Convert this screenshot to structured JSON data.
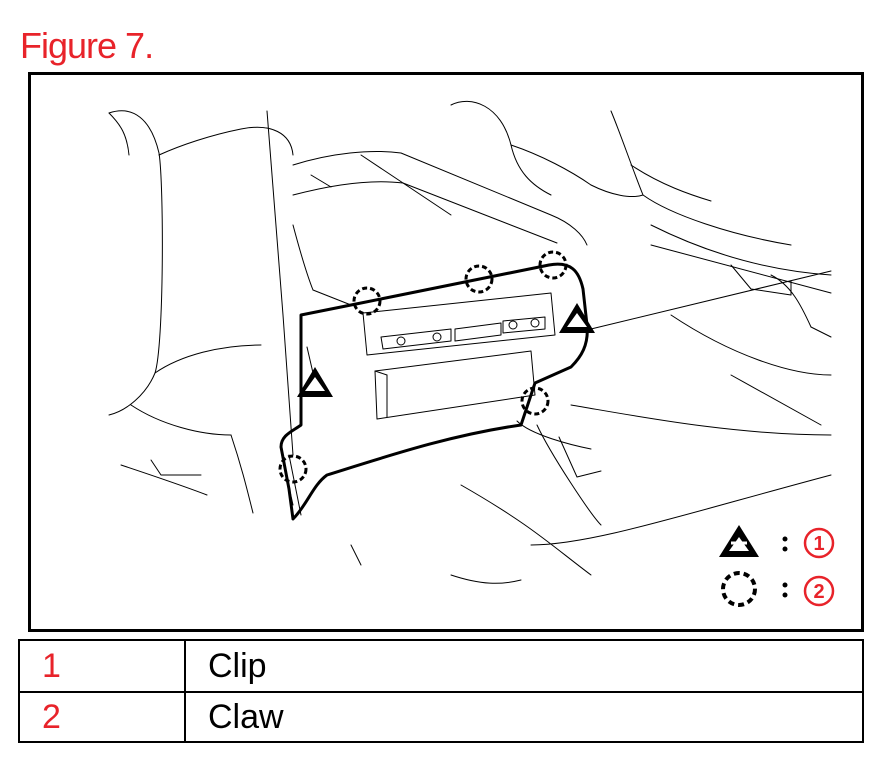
{
  "figure": {
    "title": "Figure 7."
  },
  "callouts": {
    "clip_number": "1",
    "claw_number": "2"
  },
  "legend": {
    "rows": [
      {
        "number": "1",
        "name": "Clip"
      },
      {
        "number": "2",
        "name": "Claw"
      }
    ]
  },
  "colors": {
    "accent": "#e8232a",
    "line": "#000000",
    "background": "#ffffff"
  },
  "icons": {
    "clip_marker": "dashed-triangle-icon",
    "claw_marker": "dashed-circle-icon"
  }
}
